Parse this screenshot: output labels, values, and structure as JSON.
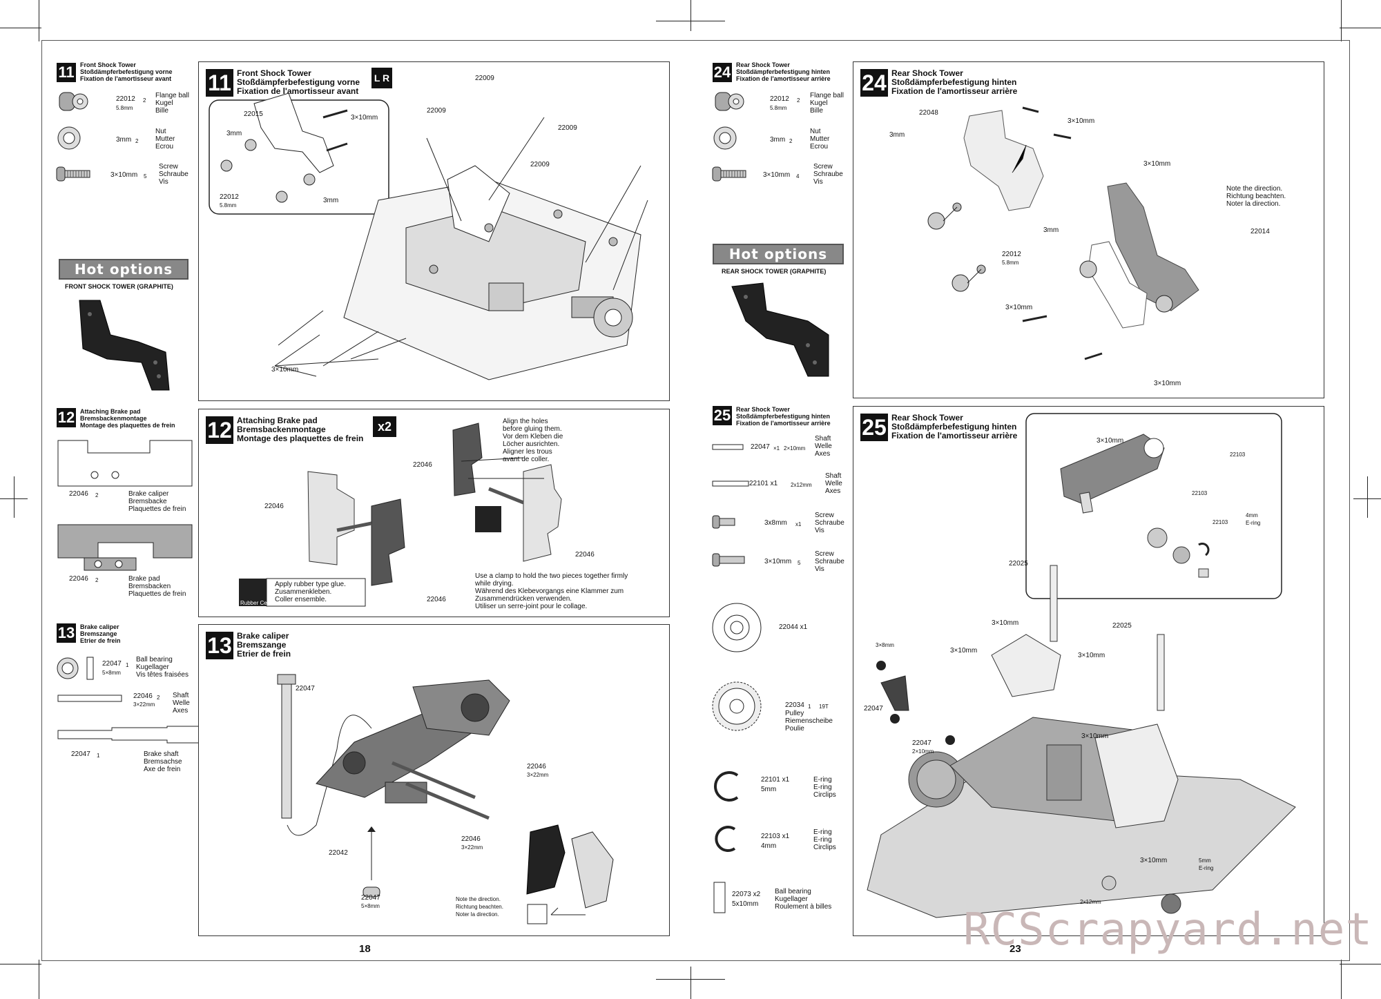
{
  "left_page": {
    "number": "18",
    "sidebar": {
      "step11": {
        "num": "11",
        "title": "Front Shock Tower\nStoßdämpferbefestigung vorne\nFixation de l'amortisseur avant",
        "parts": [
          {
            "id": "22012",
            "qty": "2",
            "size": "5.8mm",
            "desc": "Flange ball\nKugel\nBille"
          },
          {
            "id": "3mm",
            "qty": "2",
            "desc": "Nut\nMutter\nEcrou"
          },
          {
            "id": "3×10mm",
            "qty": "5",
            "desc": "Screw\nSchraube\nVis"
          }
        ],
        "hot_options": "Hot options",
        "hot_caption": "FRONT SHOCK TOWER (GRAPHITE)"
      },
      "step12": {
        "num": "12",
        "title": "Attaching Brake pad\nBremsbackenmontage\nMontage des plaquettes de frein",
        "parts": [
          {
            "id": "22046",
            "qty": "2",
            "desc": "Brake caliper\nBremsbacke\nPlaquettes de frein"
          },
          {
            "id": "22046",
            "qty": "2",
            "desc": "Brake pad\nBremsbacken\nPlaquettes de frein"
          }
        ]
      },
      "step13": {
        "num": "13",
        "title": "Brake caliper\nBremszange\nEtrier de frein",
        "parts": [
          {
            "id": "22047",
            "qty": "1",
            "size": "5×8mm",
            "desc": "Ball bearing\nKugellager\nVis têtes fraisées"
          },
          {
            "id": "22046",
            "qty": "2",
            "size": "3×22mm",
            "desc": "Shaft\nWelle\nAxes"
          },
          {
            "id": "22047",
            "qty": "1",
            "desc": "Brake shaft\nBremsachse\nAxe de frein"
          }
        ]
      }
    },
    "main": {
      "step11": {
        "num": "11",
        "title": "Front Shock Tower\nStoßdämpferbefestigung vorne\nFixation de l'amortisseur avant",
        "badge": "L R",
        "labels": [
          "22009",
          "22009",
          "22009",
          "22009",
          "22015",
          "3×10mm",
          "3mm",
          "22012",
          "5.8mm",
          "3mm",
          "3×10mm"
        ]
      },
      "step12": {
        "num": "12",
        "title": "Attaching Brake pad\nBremsbackenmontage\nMontage des plaquettes de frein",
        "badge": "x2",
        "note_align": "Align the holes\nbefore gluing them.\nVor dem Kleben die\nLöcher ausrichten.\nAligner les trous\navant de coller.",
        "note_glue": "Apply rubber type glue.\nZusammenkleben.\nColler ensemble.",
        "note_clamp": "Use a clamp to hold the two pieces together firmly\nwhile drying.\nWährend des Klebevorgangs eine Klammer zum\nZusammendrücken verwenden.\nUtiliser un serre-joint pour le collage.",
        "glue_label": "Rubber Cement",
        "labels": [
          "22046",
          "22046",
          "22046",
          "22046"
        ]
      },
      "step13": {
        "num": "13",
        "title": "Brake caliper\nBremszange\nEtrier de frein",
        "note_dir": "Note the direction.\nRichtung beachten.\nNoter la direction.",
        "labels": [
          "22047",
          "22046",
          "3×22mm",
          "22046",
          "3×22mm",
          "22042",
          "22047",
          "5×8mm"
        ]
      }
    }
  },
  "right_page": {
    "number": "23",
    "sidebar": {
      "step24": {
        "num": "24",
        "title": "Rear Shock Tower\nStoßdämpferbefestigung hinten\nFixation de l'amortisseur arrière",
        "parts": [
          {
            "id": "22012",
            "qty": "2",
            "size": "5.8mm",
            "desc": "Flange ball\nKugel\nBille"
          },
          {
            "id": "3mm",
            "qty": "2",
            "desc": "Nut\nMutter\nEcrou"
          },
          {
            "id": "3×10mm",
            "qty": "4",
            "desc": "Screw\nSchraube\nVis"
          }
        ],
        "hot_options": "Hot options",
        "hot_caption": "REAR SHOCK TOWER (GRAPHITE)"
      },
      "step25": {
        "num": "25",
        "title": "Rear Shock Tower\nStoßdämpferbefestigung hinten\nFixation de l'amortisseur arrière",
        "parts": [
          {
            "id": "22047",
            "qty": "×1",
            "size": "2×10mm",
            "desc": "Shaft\nWelle\nAxes"
          },
          {
            "id": "22101 x1",
            "size": "2x12mm",
            "desc": "Shaft\nWelle\nAxes"
          },
          {
            "id": "3x8mm",
            "qty": "x1",
            "desc": "Screw\nSchraube\nVis"
          },
          {
            "id": "3×10mm",
            "qty": "5",
            "desc": "Screw\nSchraube\nVis"
          },
          {
            "id": "22044 x1",
            "desc": ""
          },
          {
            "id": "22034",
            "qty": "1",
            "size": "19T",
            "desc": "Pulley\nRiemenscheibe\nPoulie"
          },
          {
            "id": "22101 x1",
            "size": "5mm",
            "desc": "E-ring\nE-ring\nCirclips"
          },
          {
            "id": "22103 x1",
            "size": "4mm",
            "desc": "E-ring\nE-ring\nCirclips"
          },
          {
            "id": "22073 x2",
            "size": "5x10mm",
            "desc": "Ball bearing\nKugellager\nRoulement à billes"
          }
        ]
      }
    },
    "main": {
      "step24": {
        "num": "24",
        "title": "Rear Shock Tower\nStoßdämpferbefestigung hinten\nFixation de l'amortisseur arrière",
        "note_dir": "Note the direction.\nRichtung beachten.\nNoter la direction.",
        "labels": [
          "22048",
          "3mm",
          "3×10mm",
          "3×10mm",
          "22012",
          "5.8mm",
          "3mm",
          "22014",
          "3×10mm",
          "3×10mm"
        ]
      },
      "step25": {
        "num": "25",
        "title": "Rear Shock Tower\nStoßdämpferbefestigung hinten\nFixation de l'amortisseur arrière",
        "labels": [
          "3×10mm",
          "22103",
          "22103",
          "22103",
          "4mm\nE-ring",
          "22025",
          "22025",
          "3×10mm",
          "3×10mm",
          "3×10mm",
          "3×8mm",
          "22047",
          "22047",
          "2×10mm",
          "3×10mm",
          "3×10mm",
          "5mm\nE-ring",
          "2x12mm"
        ]
      }
    }
  },
  "watermark": "RCScrapyard.net",
  "colors": {
    "ink": "#111111",
    "frame": "#333333",
    "watermark": "#c9b7b7",
    "part": "#9a9a9a"
  }
}
